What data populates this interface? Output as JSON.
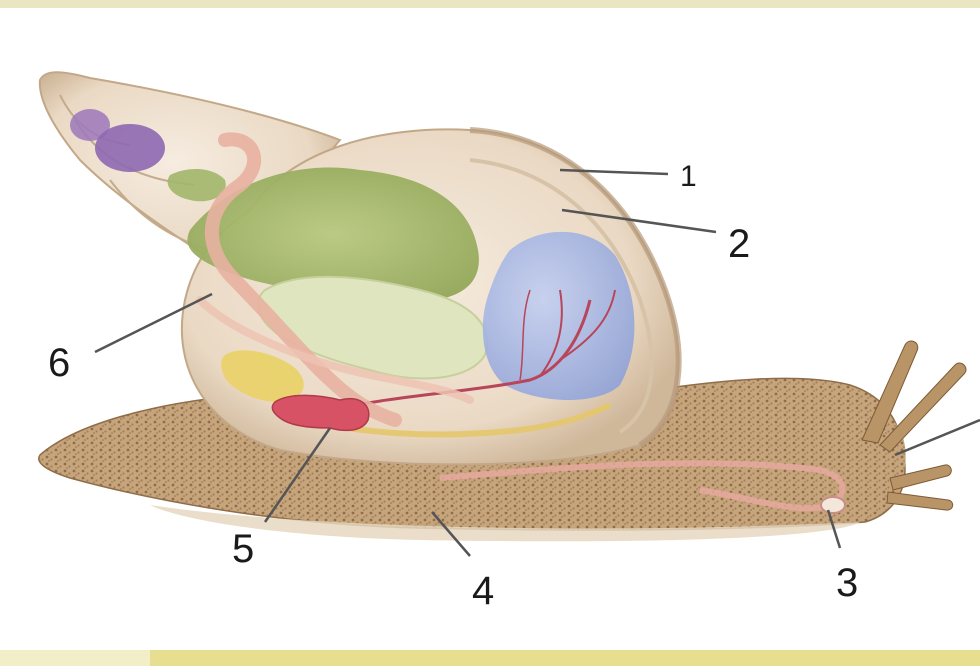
{
  "diagram": {
    "labels": {
      "l1": "1",
      "l2": "2",
      "l3": "3",
      "l4": "4",
      "l5": "5",
      "l6": "6"
    }
  },
  "colors": {
    "shell": "#e8d9c3",
    "shell_edge": "#cdb79c",
    "body": "#c9a982",
    "body_spots": "#8a6a45",
    "digestive_gland": "#a9bd6f",
    "gonad": "#9a72b8",
    "lung": "#a9b9e3",
    "heart": "#d65a66",
    "gut": "#e9b3a6",
    "albumen_gland": "#e8d36a",
    "band_top": "#ebe6c2",
    "band_bottom": "#e7df8f"
  }
}
